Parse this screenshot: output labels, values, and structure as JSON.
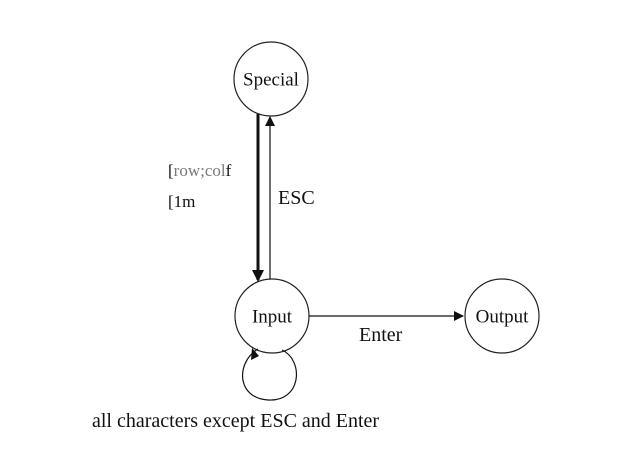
{
  "nodes": {
    "special": "Special",
    "input": "Input",
    "output": "Output"
  },
  "edges": {
    "esc": "ESC",
    "enter": "Enter"
  },
  "sequences": {
    "seq1_bracket": "[",
    "seq1_row": "row;",
    "seq1_col": "col",
    "seq1_end": "f",
    "seq2": "[1m"
  },
  "caption": "all characters except ESC and Enter"
}
